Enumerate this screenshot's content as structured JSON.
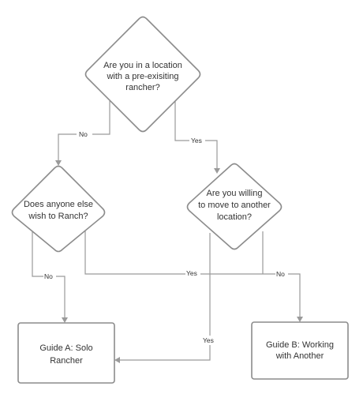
{
  "nodes": {
    "q1": {
      "lines": [
        "Are you in a location",
        "with a pre-exisiting",
        "rancher?"
      ]
    },
    "q2": {
      "lines": [
        "Does anyone else",
        "wish to Ranch?"
      ]
    },
    "q3": {
      "lines": [
        "Are you willing",
        "to move to another",
        "location?"
      ]
    },
    "guide_a": {
      "lines": [
        "Guide A: Solo",
        "Rancher"
      ]
    },
    "guide_b": {
      "lines": [
        "Guide B: Working",
        "with Another"
      ]
    }
  },
  "edges": {
    "q1_no": "No",
    "q1_yes": "Yes",
    "q2_no": "No",
    "q2_yes": "Yes",
    "q3_no": "No",
    "q3_yes": "Yes"
  },
  "colors": {
    "shape_stroke": "#8c8c8c",
    "edge_stroke": "#9a9a9a",
    "text": "#333333"
  }
}
